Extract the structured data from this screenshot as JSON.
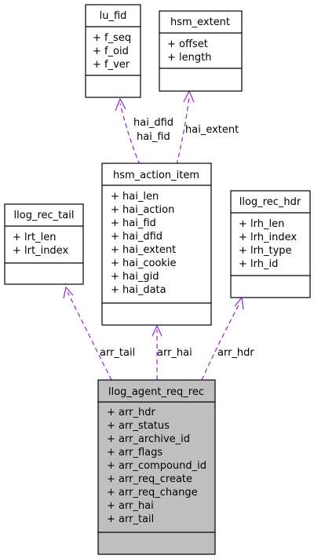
{
  "diagram": {
    "edge_color": "#9a32cd",
    "root_fill": "#bfbfbf",
    "classes": {
      "lu_fid": {
        "name": "lu_fid",
        "members": [
          "+ f_seq",
          "+ f_oid",
          "+ f_ver"
        ]
      },
      "hsm_extent": {
        "name": "hsm_extent",
        "members": [
          "+ offset",
          "+ length"
        ]
      },
      "hsm_action_item": {
        "name": "hsm_action_item",
        "members": [
          "+ hai_len",
          "+ hai_action",
          "+ hai_fid",
          "+ hai_dfid",
          "+ hai_extent",
          "+ hai_cookie",
          "+ hai_gid",
          "+ hai_data"
        ]
      },
      "llog_rec_tail": {
        "name": "llog_rec_tail",
        "members": [
          "+ lrt_len",
          "+ lrt_index"
        ]
      },
      "llog_rec_hdr": {
        "name": "llog_rec_hdr",
        "members": [
          "+ lrh_len",
          "+ lrh_index",
          "+ lrh_type",
          "+ lrh_id"
        ]
      },
      "llog_agent_req_rec": {
        "name": "llog_agent_req_rec",
        "members": [
          "+ arr_hdr",
          "+ arr_status",
          "+ arr_archive_id",
          "+ arr_flags",
          "+ arr_compound_id",
          "+ arr_req_create",
          "+ arr_req_change",
          "+ arr_hai",
          "+ arr_tail"
        ]
      }
    },
    "edge_labels": {
      "hai_dfid": "hai_dfid",
      "hai_fid": "hai_fid",
      "hai_extent": "hai_extent",
      "arr_tail": "arr_tail",
      "arr_hai": "arr_hai",
      "arr_hdr": "arr_hdr"
    }
  }
}
